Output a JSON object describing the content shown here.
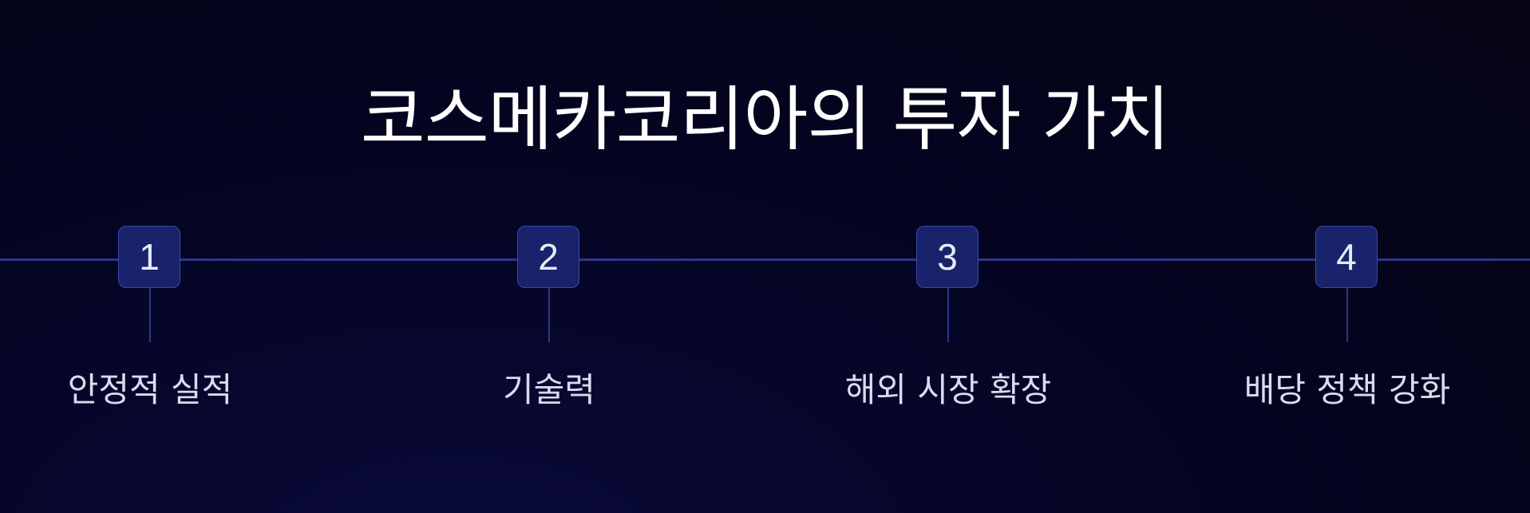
{
  "title": "코스메카코리아의 투자 가치",
  "steps": [
    {
      "number": "1",
      "label": "안정적 실적"
    },
    {
      "number": "2",
      "label": "기술력"
    },
    {
      "number": "3",
      "label": "해외 시장 확장"
    },
    {
      "number": "4",
      "label": "배당 정책 강화"
    }
  ],
  "colors": {
    "background": "#04041a",
    "line": "#2d3688",
    "badge_fill": "#18236b",
    "badge_border": "#3a48a8",
    "title_text": "#ffffff",
    "label_text": "#d9dbee"
  }
}
